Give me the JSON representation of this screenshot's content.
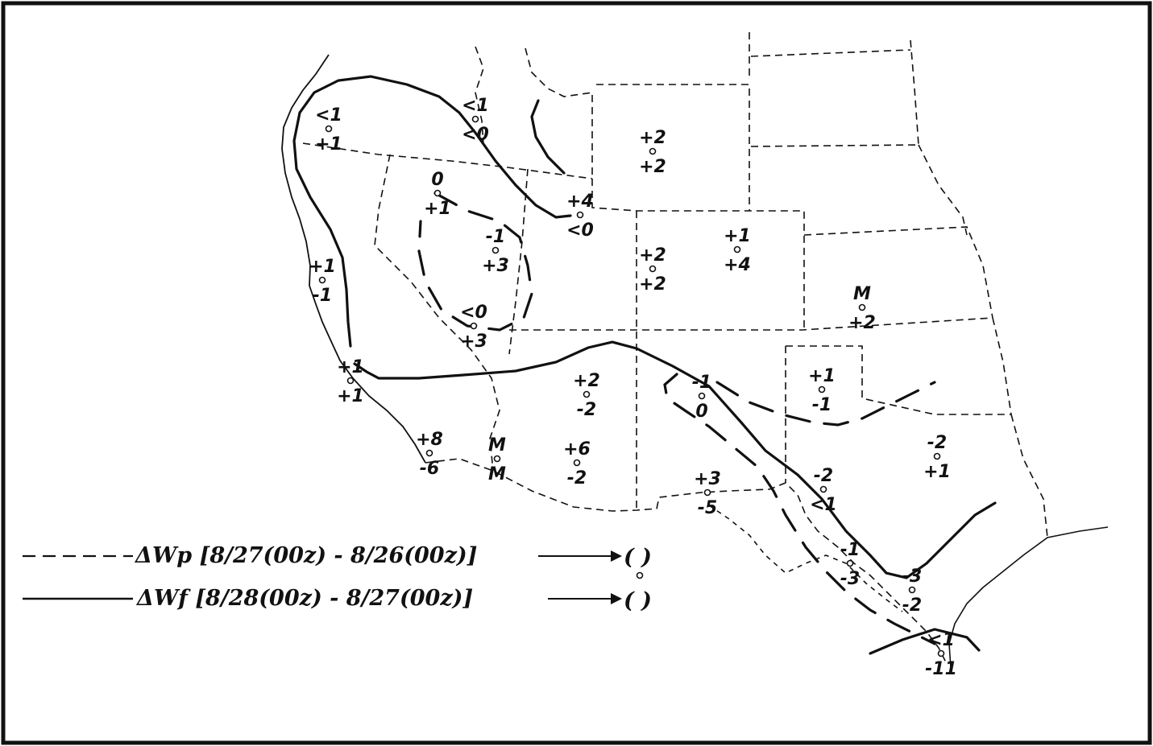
{
  "colors": {
    "ink": "#111111",
    "paper": "#ffffff"
  },
  "legend": {
    "dashed": {
      "text": "ΔWp [8/27(00z) - 8/26(00z)]",
      "paren": "( )"
    },
    "solid": {
      "text": "ΔWf [8/28(00z) - 8/27(00z)]",
      "paren": "( )"
    }
  },
  "stations": [
    {
      "top": "<1",
      "bottom": "+1"
    },
    {
      "top": "<1",
      "bottom": "<0"
    },
    {
      "top": "0",
      "bottom": "+1"
    },
    {
      "top": "+4",
      "bottom": "<0"
    },
    {
      "top": "+2",
      "bottom": "+2"
    },
    {
      "top": "-1",
      "bottom": "+3"
    },
    {
      "top": "<0",
      "bottom": "+3"
    },
    {
      "top": "+1",
      "bottom": "-1"
    },
    {
      "top": "+2",
      "bottom": "+2"
    },
    {
      "top": "+1",
      "bottom": "+4"
    },
    {
      "top": "M",
      "bottom": "+2"
    },
    {
      "top": "+1",
      "bottom": "-1"
    },
    {
      "top": "+2",
      "bottom": "-2"
    },
    {
      "top": "+8",
      "bottom": "-6"
    },
    {
      "top": "M",
      "bottom": "M"
    },
    {
      "top": "+6",
      "bottom": "-2"
    },
    {
      "top": "-1",
      "bottom": "0"
    },
    {
      "top": "+1",
      "bottom": "+1"
    },
    {
      "top": "-2",
      "bottom": "+1"
    },
    {
      "top": "+3",
      "bottom": "-5"
    },
    {
      "top": "-2",
      "bottom": "<1"
    },
    {
      "top": "-1",
      "bottom": "-3"
    },
    {
      "top": "-3",
      "bottom": "-2"
    },
    {
      "top": "<1",
      "bottom": "-11"
    }
  ]
}
